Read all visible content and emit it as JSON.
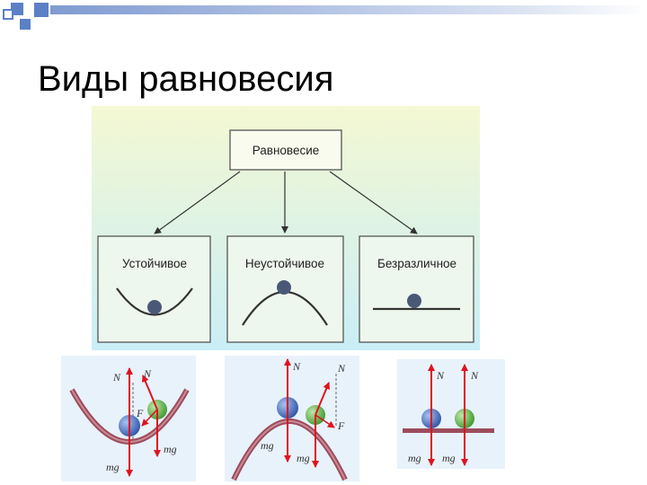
{
  "slide": {
    "title": "Виды равновесия"
  },
  "diagram": {
    "root": "Равновесие",
    "children": [
      "Устойчивое",
      "Неустойчивое",
      "Безразличное"
    ]
  },
  "force_labels": {
    "normal": "N",
    "gravity": "mg",
    "resultant": "F"
  },
  "colors": {
    "deco_square": "#5b80c6",
    "deco_gradient_start": "#7f9bd1",
    "panel_top": "#f4f8d3",
    "panel_bottom": "#c9eef6",
    "box_border": "#555555",
    "arrow": "#e0121f",
    "ball_blue": "#3d63b6",
    "ball_green": "#59b04a",
    "surface": "#9d4c5c",
    "fig_background": "#e8f2fb"
  }
}
